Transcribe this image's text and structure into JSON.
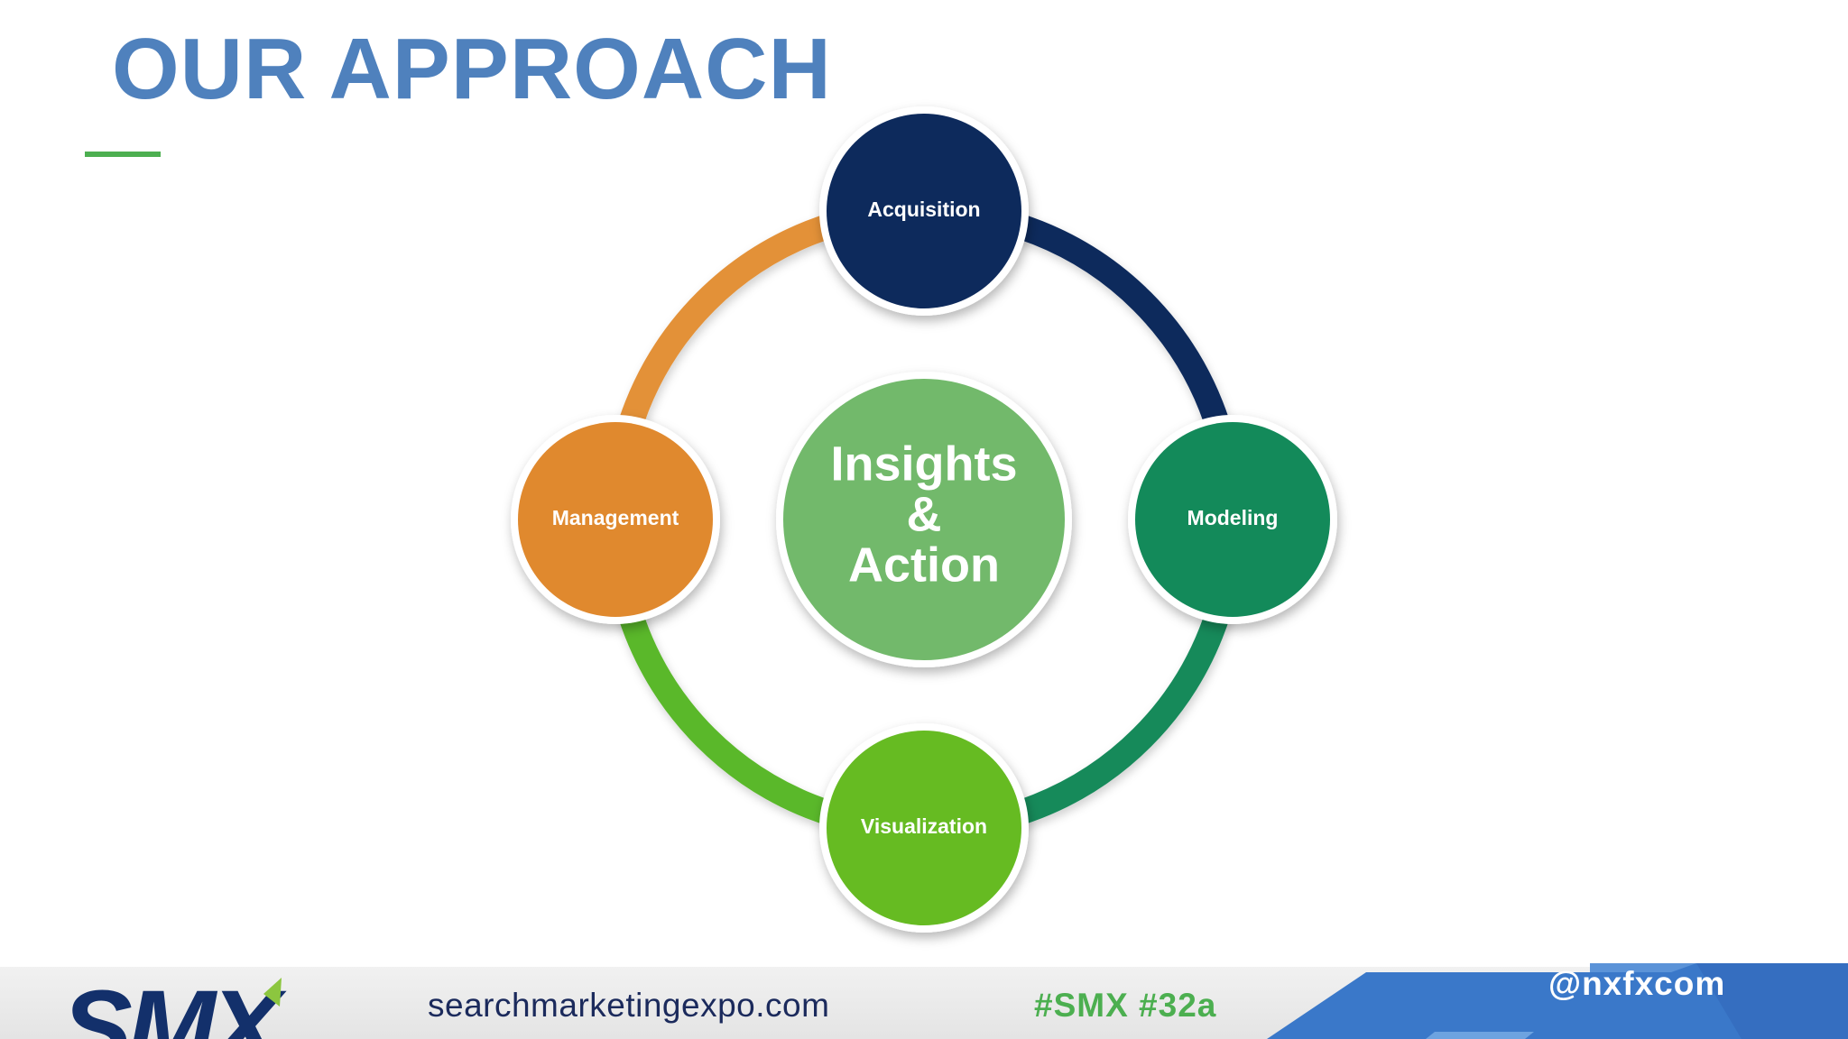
{
  "slide": {
    "title": "OUR APPROACH"
  },
  "diagram": {
    "center": {
      "lines": [
        "Insights",
        "&",
        "Action"
      ],
      "color": "#72b96b"
    },
    "nodes": [
      {
        "id": "acquisition",
        "label": "Acquisition",
        "color": "#0d2a5c"
      },
      {
        "id": "modeling",
        "label": "Modeling",
        "color": "#138a5a"
      },
      {
        "id": "visualization",
        "label": "Visualization",
        "color": "#66bb22"
      },
      {
        "id": "management",
        "label": "Management",
        "color": "#e0892e"
      }
    ],
    "ring_colors": {
      "acquisition_to_modeling": "#0d2a5c",
      "modeling_to_visualization": "#138a5a",
      "visualization_to_management": "#5ab82a",
      "management_to_acquisition": "#e39138"
    }
  },
  "footer": {
    "logo_text": "SMX",
    "url": "searchmarketingexpo.com",
    "hashtag": "#SMX #32a",
    "handle": "@nxfxcom",
    "colors": {
      "logo": "#13306b",
      "logo_accent": "#8cc63f",
      "url": "#1b2a5c",
      "hashtag": "#4caf50",
      "blue_panel": "#3a78c9"
    }
  }
}
